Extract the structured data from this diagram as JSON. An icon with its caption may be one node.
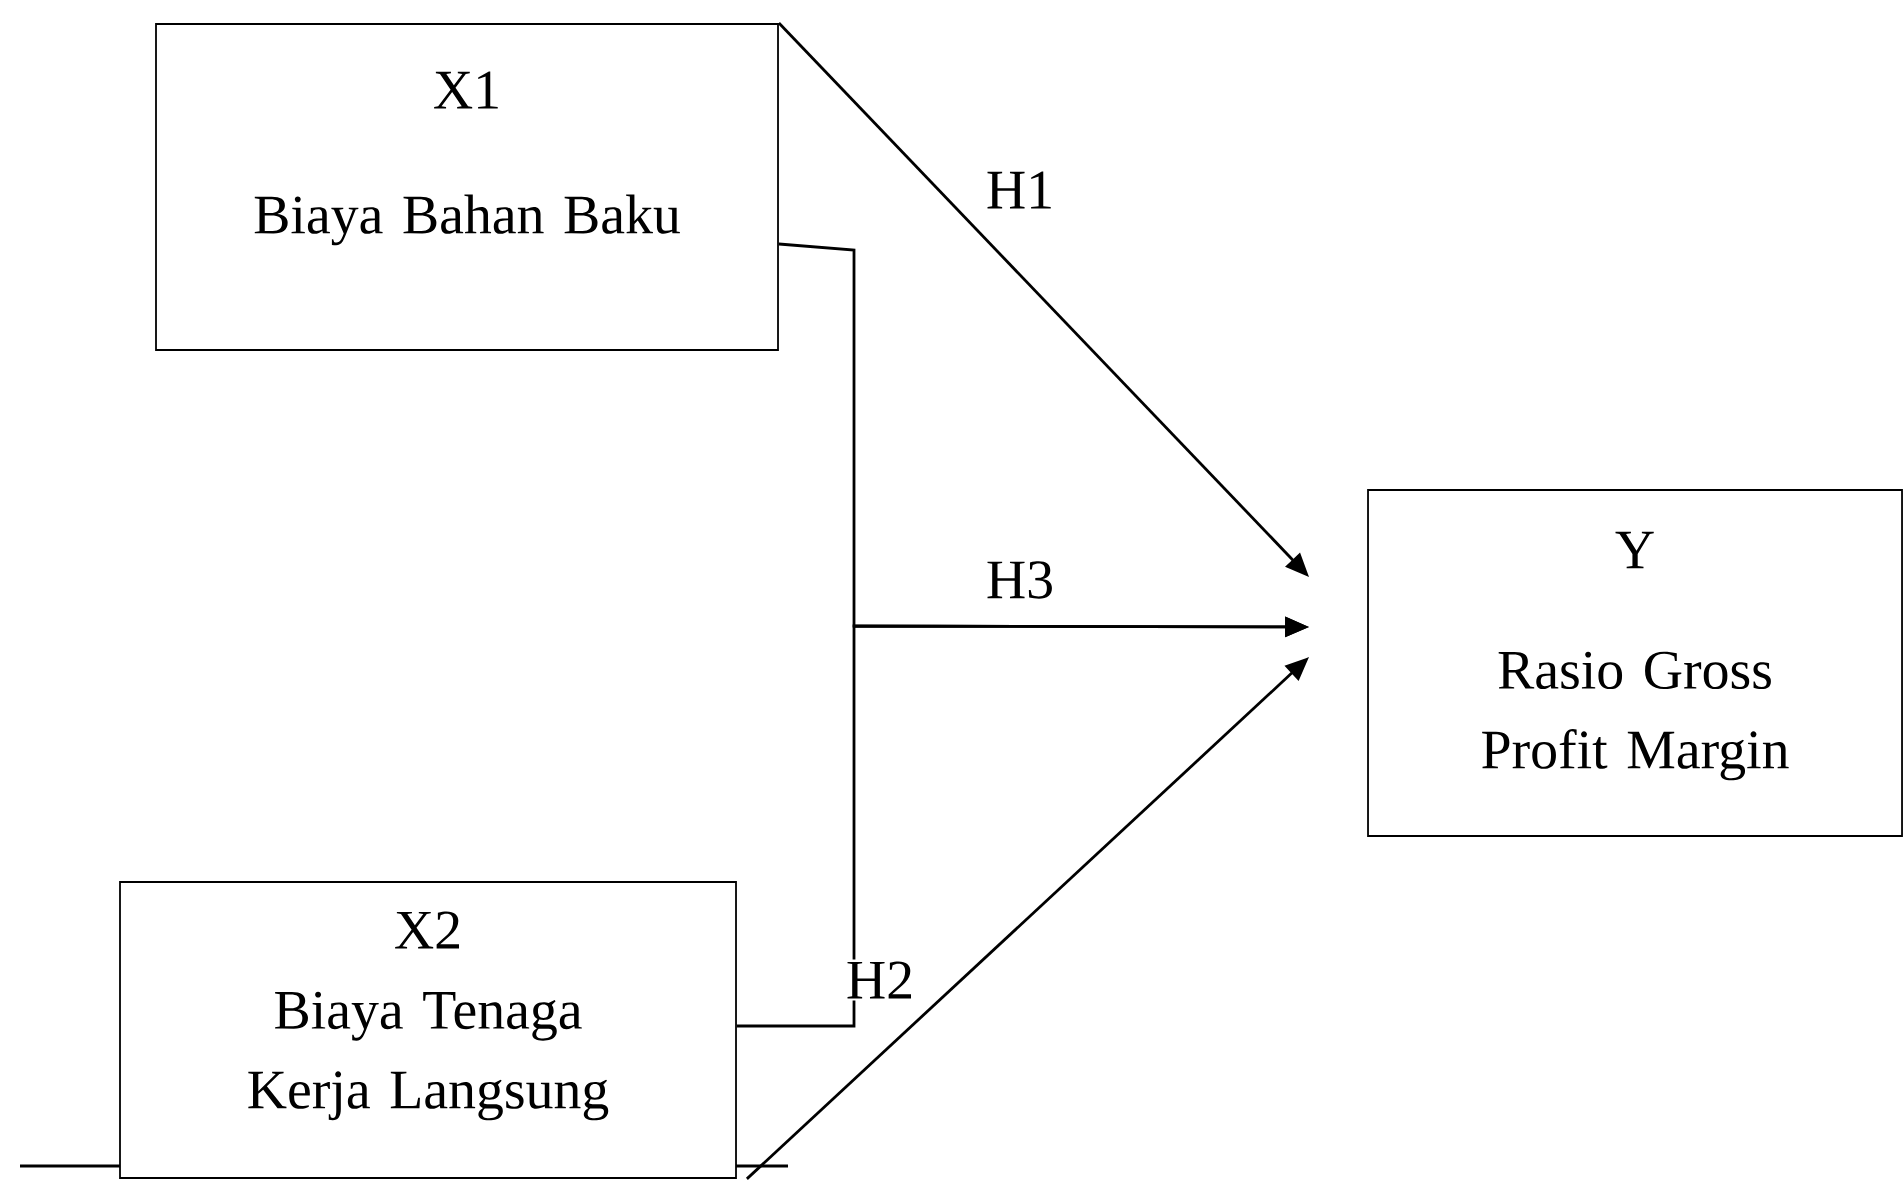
{
  "diagram": {
    "nodes": [
      {
        "text": [
          "X1",
          "Biaya Bahan Baku"
        ]
      },
      {
        "text": [
          "X2",
          "Biaya Tenaga Kerja Langsung"
        ]
      },
      {
        "text": [
          "Y",
          "Rasio Gross Profit Margin"
        ]
      }
    ],
    "edges": [
      {
        "from": 0,
        "to": 2,
        "arrow": "to",
        "label": "H1"
      },
      {
        "from": 1,
        "to": 2,
        "arrow": "to",
        "label": "H2"
      },
      {
        "from": 0,
        "to": 2,
        "arrow": "to",
        "label": "H3"
      },
      {
        "from": 1,
        "to": 2,
        "arrow": "to"
      }
    ]
  }
}
